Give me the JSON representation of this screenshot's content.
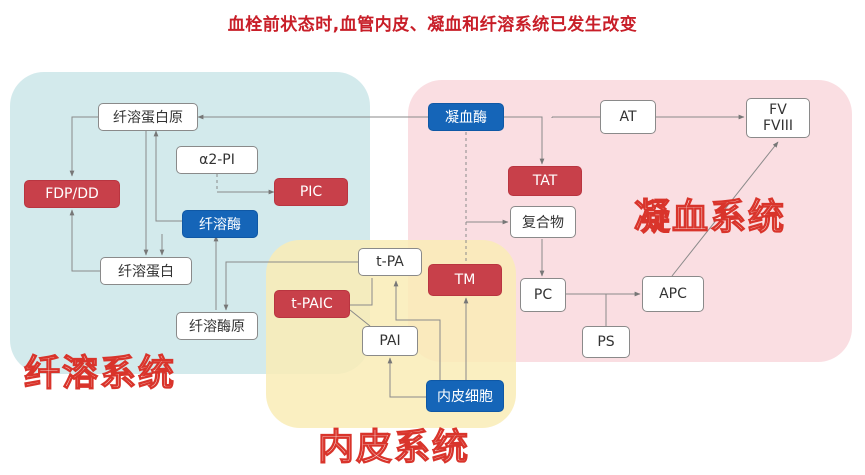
{
  "title": "血栓前状态时,血管内皮、凝血和纤溶系统已发生改变",
  "regions": {
    "fibrinolysis": "纤溶系统",
    "coagulation": "凝血系统",
    "endothelium": "内皮系统"
  },
  "nodes": {
    "plasminogen": "纤溶蛋白原",
    "a2pi": "α2-PI",
    "fdpdd": "FDP/DD",
    "pic": "PIC",
    "plasmin": "纤溶酶",
    "fibrin": "纤溶蛋白",
    "plasminase_pro": "纤溶酶原",
    "tpa": "t-PA",
    "tpaic": "t-PAIC",
    "pai": "PAI",
    "tm": "TM",
    "endo_cell": "内皮细胞",
    "thrombin": "凝血酶",
    "tat": "TAT",
    "complex": "复合物",
    "at": "AT",
    "fv": "FV",
    "fviii": "FVIII",
    "pc": "PC",
    "apc": "APC",
    "ps": "PS"
  },
  "colors": {
    "title": "#c81e28",
    "fibrinolysis_bg": "#cfe8ea",
    "coagulation_bg": "#fadbe0",
    "endothelium_bg": "#f9ecb6",
    "red_node": "#c8404a",
    "blue_node": "#1565b8"
  }
}
